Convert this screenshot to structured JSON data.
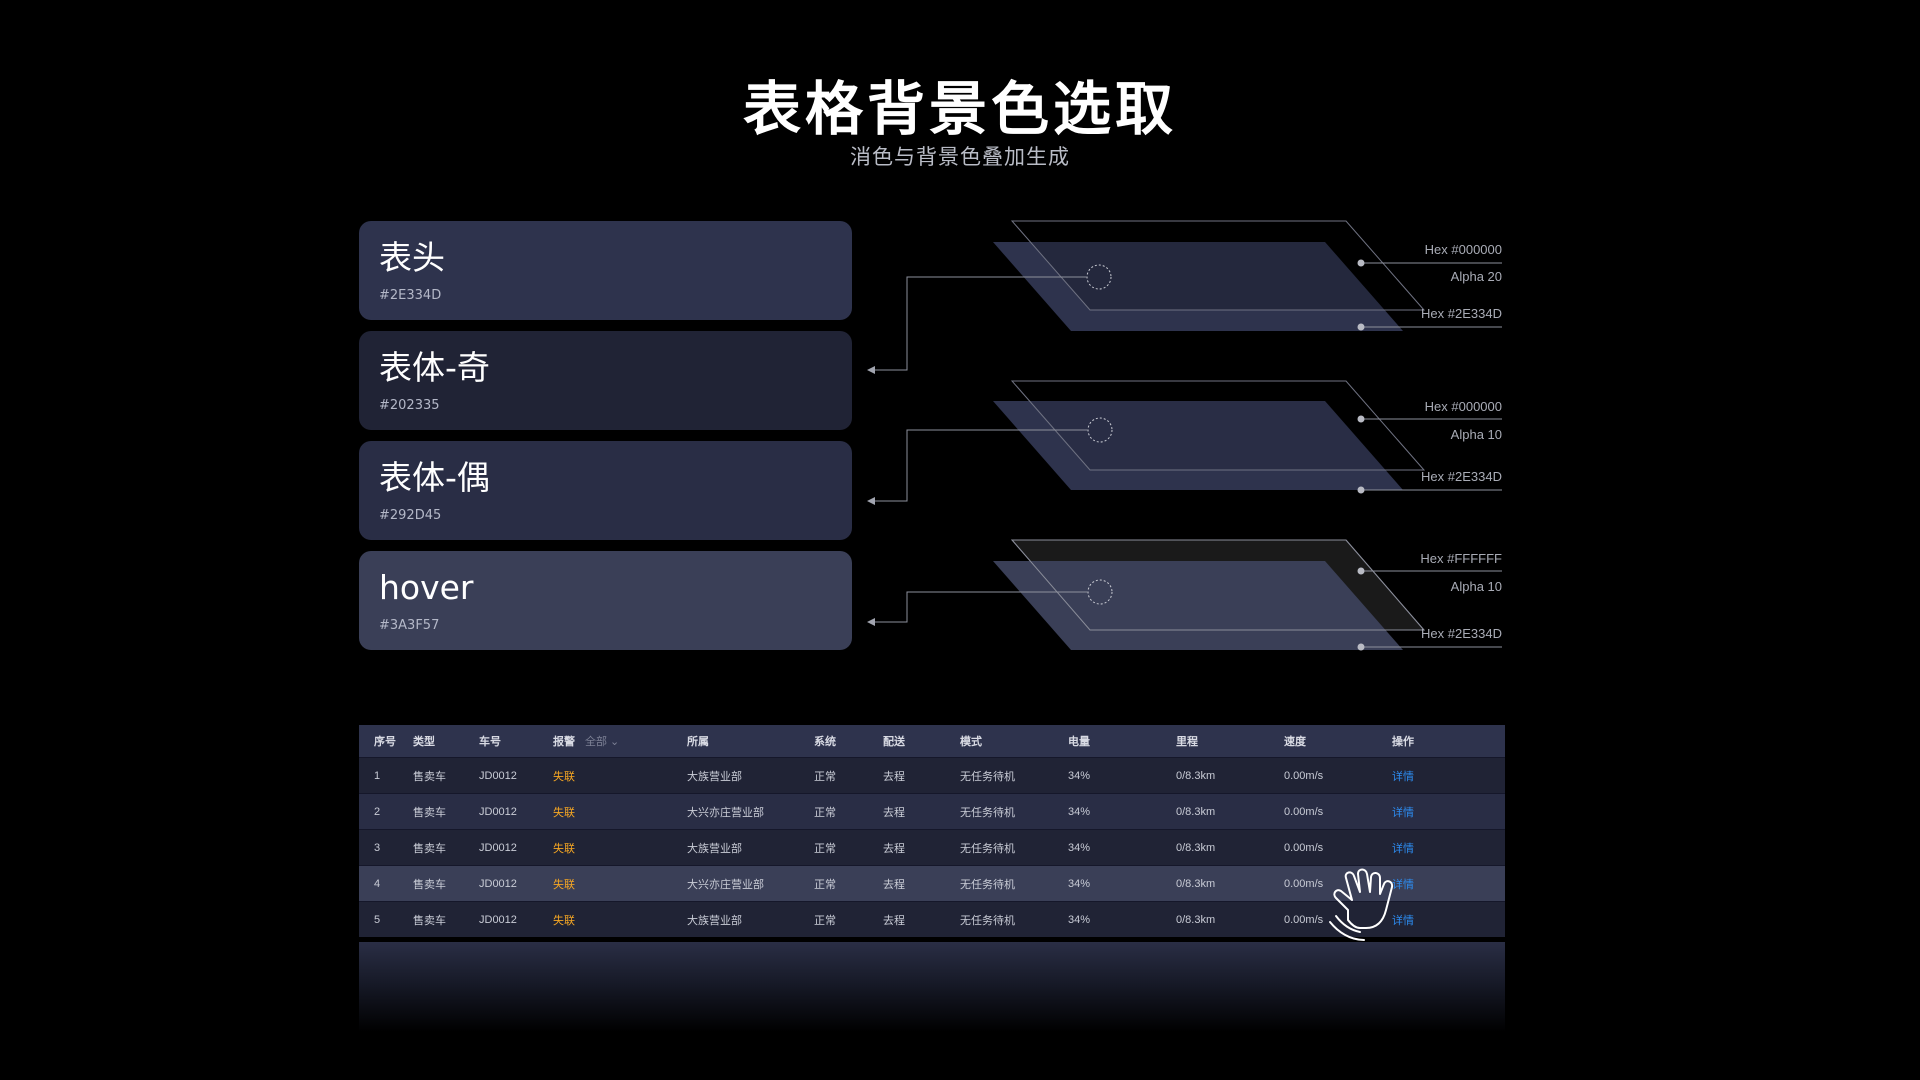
{
  "header": {
    "title": "表格背景色选取",
    "subtitle": "消色与背景色叠加生成"
  },
  "swatches": [
    {
      "name": "表头",
      "hex": "#2E334D",
      "color": "#2E334D"
    },
    {
      "name": "表体-奇",
      "hex": "#202335",
      "color": "#202335"
    },
    {
      "name": "表体-偶",
      "hex": "#292D45",
      "color": "#292D45"
    },
    {
      "name": "hover",
      "hex": "#3A3F57",
      "color": "#3A3F57"
    }
  ],
  "layers": [
    {
      "top_hex": "Hex #000000",
      "alpha": "Alpha 20",
      "base_hex": "Hex #2E334D"
    },
    {
      "top_hex": "Hex #000000",
      "alpha": "Alpha 10",
      "base_hex": "Hex #2E334D"
    },
    {
      "top_hex": "Hex #FFFFFF",
      "alpha": "Alpha 10",
      "base_hex": "Hex #2E334D"
    }
  ],
  "table": {
    "columns": [
      "序号",
      "类型",
      "车号",
      "报警",
      "所属",
      "系统",
      "配送",
      "模式",
      "电量",
      "里程",
      "速度",
      "操作"
    ],
    "alarm_filter": "全部",
    "rows": [
      [
        "1",
        "售卖车",
        "JD0012",
        "失联",
        "大族营业部",
        "正常",
        "去程",
        "无任务待机",
        "34%",
        "0/8.3km",
        "0.00m/s",
        "详情"
      ],
      [
        "2",
        "售卖车",
        "JD0012",
        "失联",
        "大兴亦庄营业部",
        "正常",
        "去程",
        "无任务待机",
        "34%",
        "0/8.3km",
        "0.00m/s",
        "详情"
      ],
      [
        "3",
        "售卖车",
        "JD0012",
        "失联",
        "大族营业部",
        "正常",
        "去程",
        "无任务待机",
        "34%",
        "0/8.3km",
        "0.00m/s",
        "详情"
      ],
      [
        "4",
        "售卖车",
        "JD0012",
        "失联",
        "大兴亦庄营业部",
        "正常",
        "去程",
        "无任务待机",
        "34%",
        "0/8.3km",
        "0.00m/s",
        "详情"
      ],
      [
        "5",
        "售卖车",
        "JD0012",
        "失联",
        "大族营业部",
        "正常",
        "去程",
        "无任务待机",
        "34%",
        "0/8.3km",
        "0.00m/s",
        "详情"
      ]
    ],
    "hovered_row": 4
  },
  "colors": {
    "background": "#000000",
    "alarm": "#f5a623",
    "link": "#2d8cf0"
  }
}
